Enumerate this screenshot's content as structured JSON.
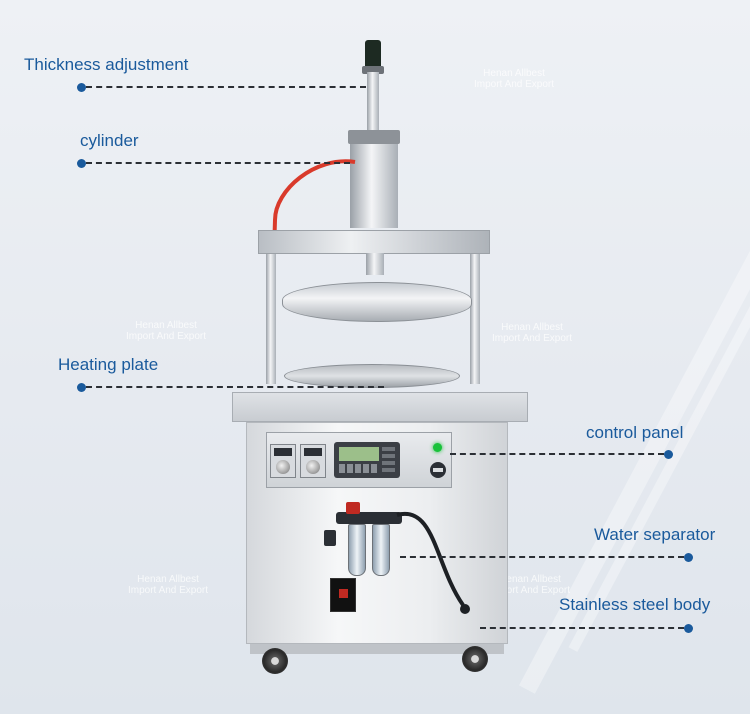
{
  "callouts": {
    "thickness_adjustment": "Thickness adjustment",
    "cylinder": "cylinder",
    "heating_plate": "Heating plate",
    "control_panel": "control panel",
    "water_separator": "Water separator",
    "stainless_steel_body": "Stainless steel body"
  },
  "watermark": {
    "line1": "Henan Allbest",
    "line2": "Import And Export"
  },
  "colors": {
    "label_blue": "#1a5a9c",
    "dash_line": "#2b2f35",
    "power_indicator": "#18c23a",
    "air_hose": "#d93a2b"
  },
  "icons": [
    "callout-dot-icon",
    "power-indicator-icon",
    "switch-knob-icon",
    "warning-sticker-icon"
  ]
}
